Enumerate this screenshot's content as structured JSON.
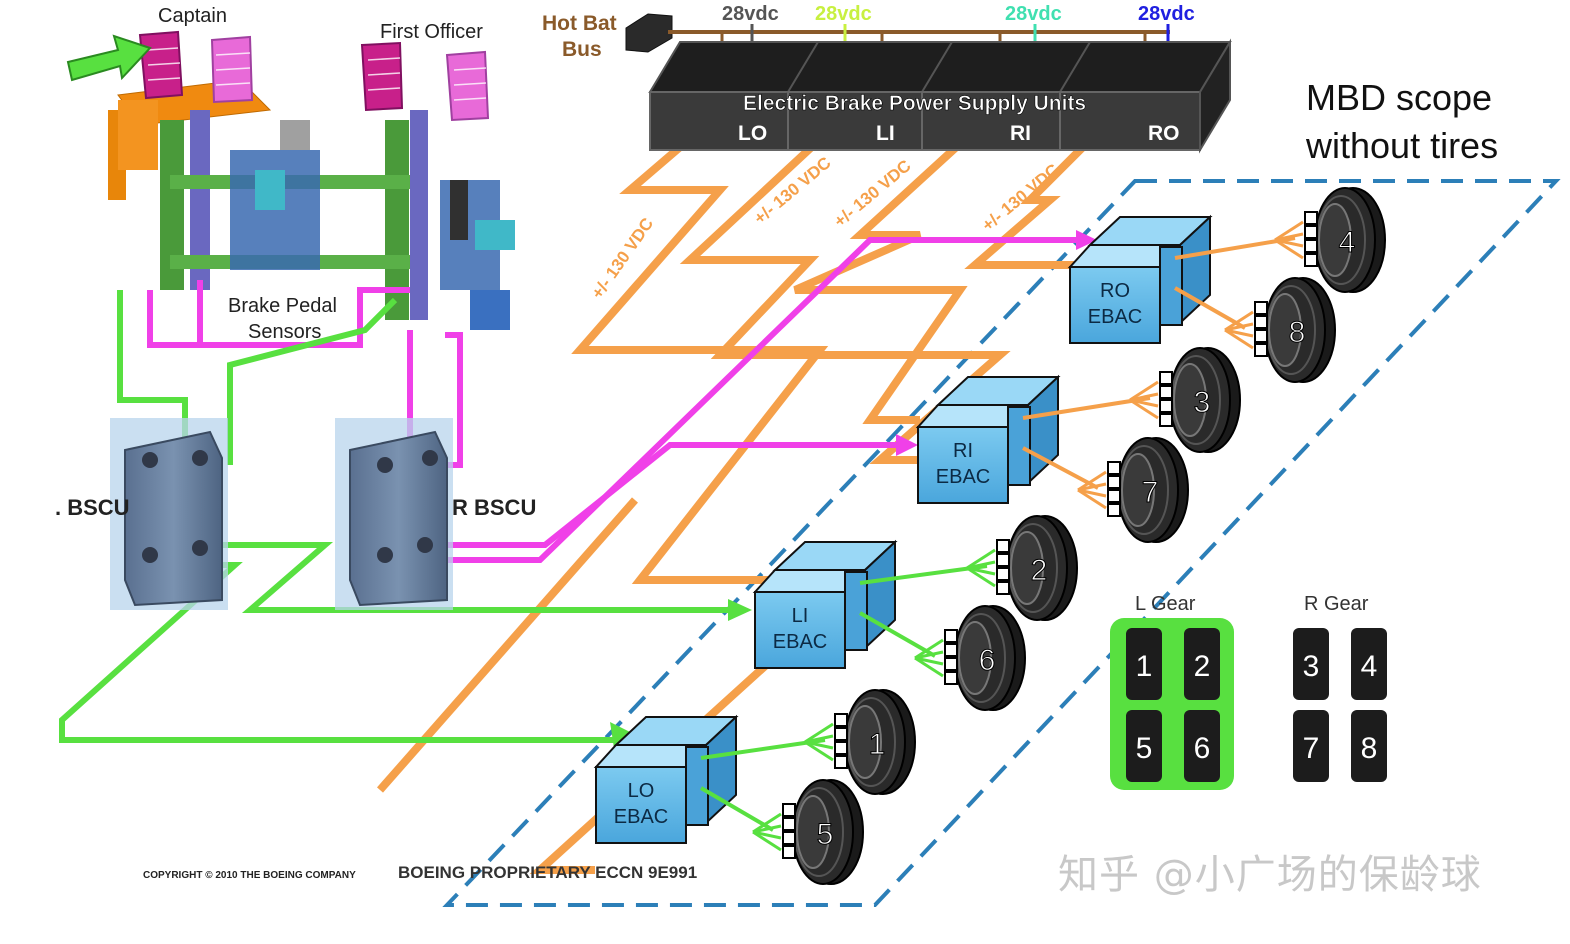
{
  "cockpit": {
    "captain_label": "Captain",
    "first_officer_label": "First Officer",
    "sensors_label_line1": "Brake Pedal",
    "sensors_label_line2": "Sensors"
  },
  "power": {
    "hot_bat_line1": "Hot Bat",
    "hot_bat_line2": "Bus",
    "vdc_labels": [
      "28vdc",
      "28vdc",
      "28vdc",
      "28vdc"
    ],
    "vdc_colors": [
      "#555555",
      "#c8f040",
      "#40e0b0",
      "#2020e0"
    ],
    "unit_title": "Electric Brake  Power Supply Units",
    "units": [
      "LO",
      "LI",
      "RI",
      "RO"
    ],
    "cable_label": "+/- 130 VDC"
  },
  "bscu": {
    "left_label": ". BSCU",
    "right_label": "R BSCU"
  },
  "ebacs": [
    {
      "line1": "RO",
      "line2": "EBAC"
    },
    {
      "line1": "RI",
      "line2": "EBAC"
    },
    {
      "line1": "LI",
      "line2": "EBAC"
    },
    {
      "line1": "LO",
      "line2": "EBAC"
    }
  ],
  "wheels": [
    "4",
    "8",
    "3",
    "7",
    "2",
    "6",
    "1",
    "5"
  ],
  "scope": {
    "line1": "MBD scope",
    "line2": "without tires"
  },
  "gear": {
    "left_title": "L Gear",
    "right_title": "R Gear",
    "left_cells": [
      "1",
      "2",
      "5",
      "6"
    ],
    "right_cells": [
      "3",
      "4",
      "7",
      "8"
    ]
  },
  "footer": {
    "copyright": "COPYRIGHT © 2010 THE BOEING COMPANY",
    "proprietary": "BOEING PROPRIETARY ECCN 9E991"
  },
  "watermark": "知乎 @小广场的保龄球",
  "colors": {
    "orange": "#f5a04a",
    "magenta": "#f040e8",
    "green": "#58e040",
    "ebac_blue": "#5ab8e8",
    "dash_blue": "#2c7fb8"
  }
}
